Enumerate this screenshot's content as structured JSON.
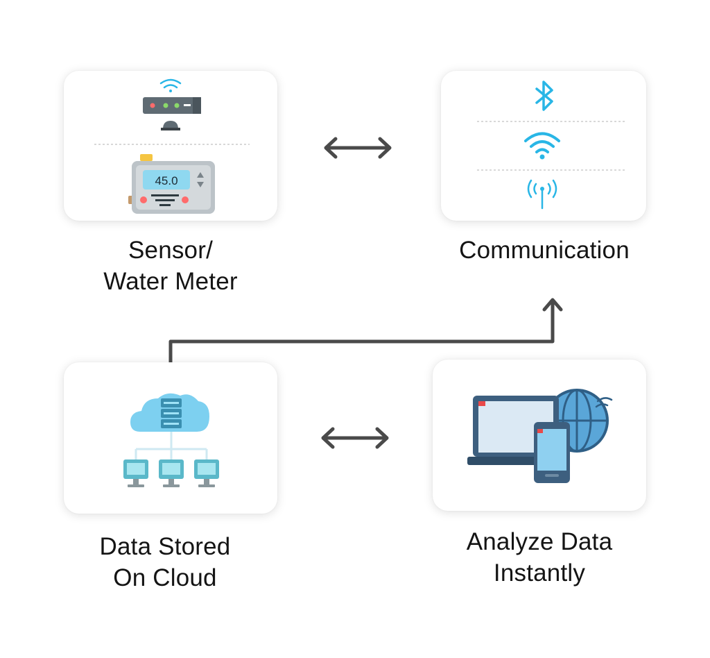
{
  "colors": {
    "arrow": "#4a4a4a",
    "icon_blue": "#29b6e6",
    "card_bg": "#ffffff",
    "text": "#141414"
  },
  "sensor": {
    "label_line1": "Sensor/",
    "label_line2": "Water Meter",
    "meter_reading": "45.0",
    "icons": [
      "wifi-icon",
      "router-icon",
      "water-meter-icon"
    ]
  },
  "communication": {
    "label": "Communication",
    "icons": [
      "bluetooth-icon",
      "wifi-icon",
      "radio-tower-icon"
    ]
  },
  "cloud": {
    "label_line1": "Data Stored",
    "label_line2": "On Cloud",
    "icons": [
      "cloud-server-icon",
      "computer-icon"
    ]
  },
  "analyze": {
    "label_line1": "Analyze Data",
    "label_line2": "Instantly",
    "icons": [
      "laptop-icon",
      "smartphone-icon",
      "globe-icon"
    ]
  }
}
